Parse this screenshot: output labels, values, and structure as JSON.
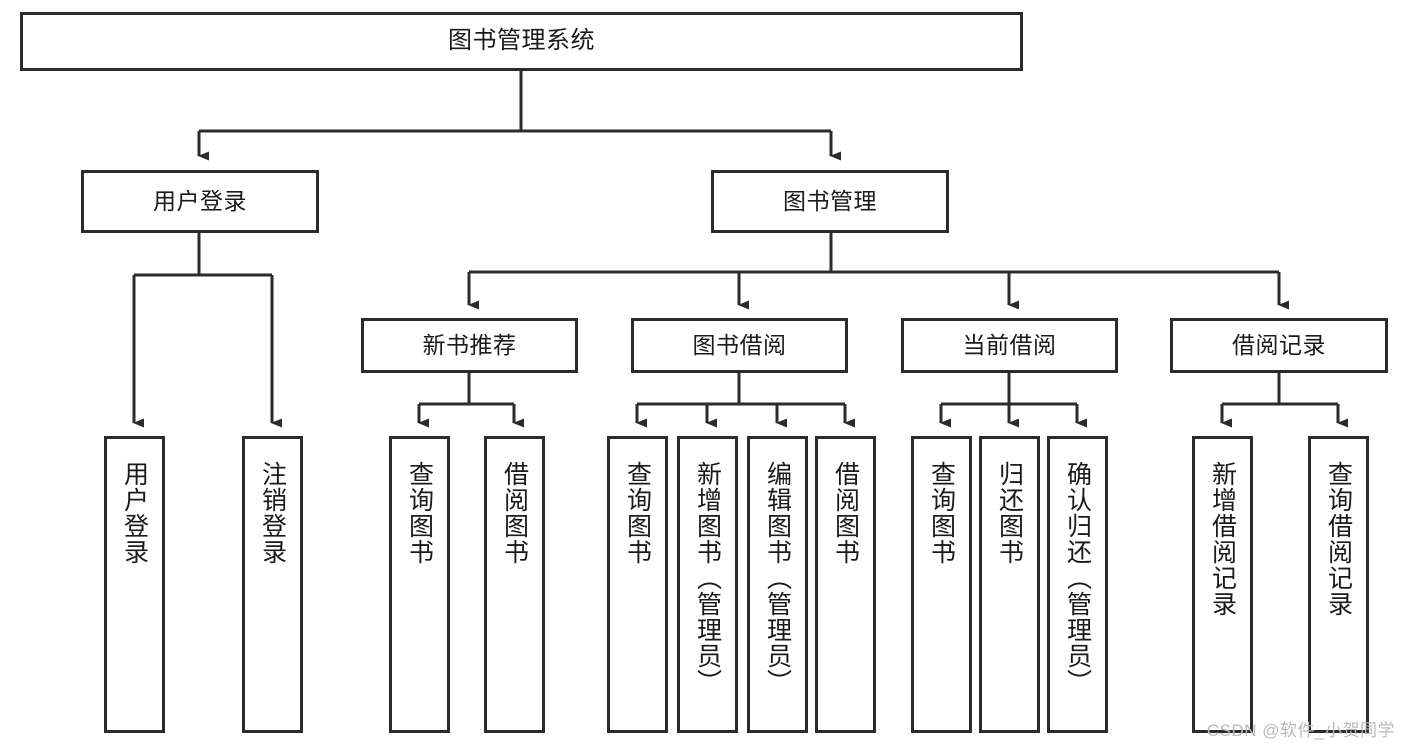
{
  "diagram": {
    "title": "图书管理系统",
    "watermark": "CSDN @软件_小贺同学",
    "colors": {
      "stroke": "#2b2b2b",
      "fill": "#ffffff",
      "text": "#1a1a1a",
      "watermark": "#b9b9b9"
    },
    "nodes": {
      "root": {
        "label": "图书管理系统",
        "orientation": "horizontal"
      },
      "level2": [
        {
          "id": "user-login",
          "label": "用户登录",
          "orientation": "horizontal"
        },
        {
          "id": "book-manage",
          "label": "图书管理",
          "orientation": "horizontal"
        }
      ],
      "level3": [
        {
          "id": "new-book-recommend",
          "label": "新书推荐",
          "orientation": "horizontal"
        },
        {
          "id": "book-borrow",
          "label": "图书借阅",
          "orientation": "horizontal"
        },
        {
          "id": "current-borrow",
          "label": "当前借阅",
          "orientation": "horizontal"
        },
        {
          "id": "borrow-record",
          "label": "借阅记录",
          "orientation": "horizontal"
        }
      ],
      "leaves": [
        {
          "id": "leaf-user-login",
          "label": "用户登录",
          "orientation": "vertical",
          "parent": "user-login"
        },
        {
          "id": "leaf-logout-login",
          "label": "注销登录",
          "orientation": "vertical",
          "parent": "user-login"
        },
        {
          "id": "leaf-query-book-1",
          "label": "查询图书",
          "orientation": "vertical",
          "parent": "new-book-recommend"
        },
        {
          "id": "leaf-borrow-book-1",
          "label": "借阅图书",
          "orientation": "vertical",
          "parent": "new-book-recommend"
        },
        {
          "id": "leaf-query-book-2",
          "label": "查询图书",
          "orientation": "vertical",
          "parent": "book-borrow"
        },
        {
          "id": "leaf-add-book",
          "label": "新增图书（管理员）",
          "orientation": "vertical",
          "parent": "book-borrow"
        },
        {
          "id": "leaf-edit-book",
          "label": "编辑图书（管理员）",
          "orientation": "vertical",
          "parent": "book-borrow"
        },
        {
          "id": "leaf-borrow-book-2",
          "label": "借阅图书",
          "orientation": "vertical",
          "parent": "book-borrow"
        },
        {
          "id": "leaf-query-book-3",
          "label": "查询图书",
          "orientation": "vertical",
          "parent": "current-borrow"
        },
        {
          "id": "leaf-return-book",
          "label": "归还图书",
          "orientation": "vertical",
          "parent": "current-borrow"
        },
        {
          "id": "leaf-confirm-return",
          "label": "确认归还（管理员）",
          "orientation": "vertical",
          "parent": "current-borrow"
        },
        {
          "id": "leaf-add-record",
          "label": "新增借阅记录",
          "orientation": "vertical",
          "parent": "borrow-record"
        },
        {
          "id": "leaf-query-record",
          "label": "查询借阅记录",
          "orientation": "vertical",
          "parent": "borrow-record"
        }
      ]
    }
  }
}
